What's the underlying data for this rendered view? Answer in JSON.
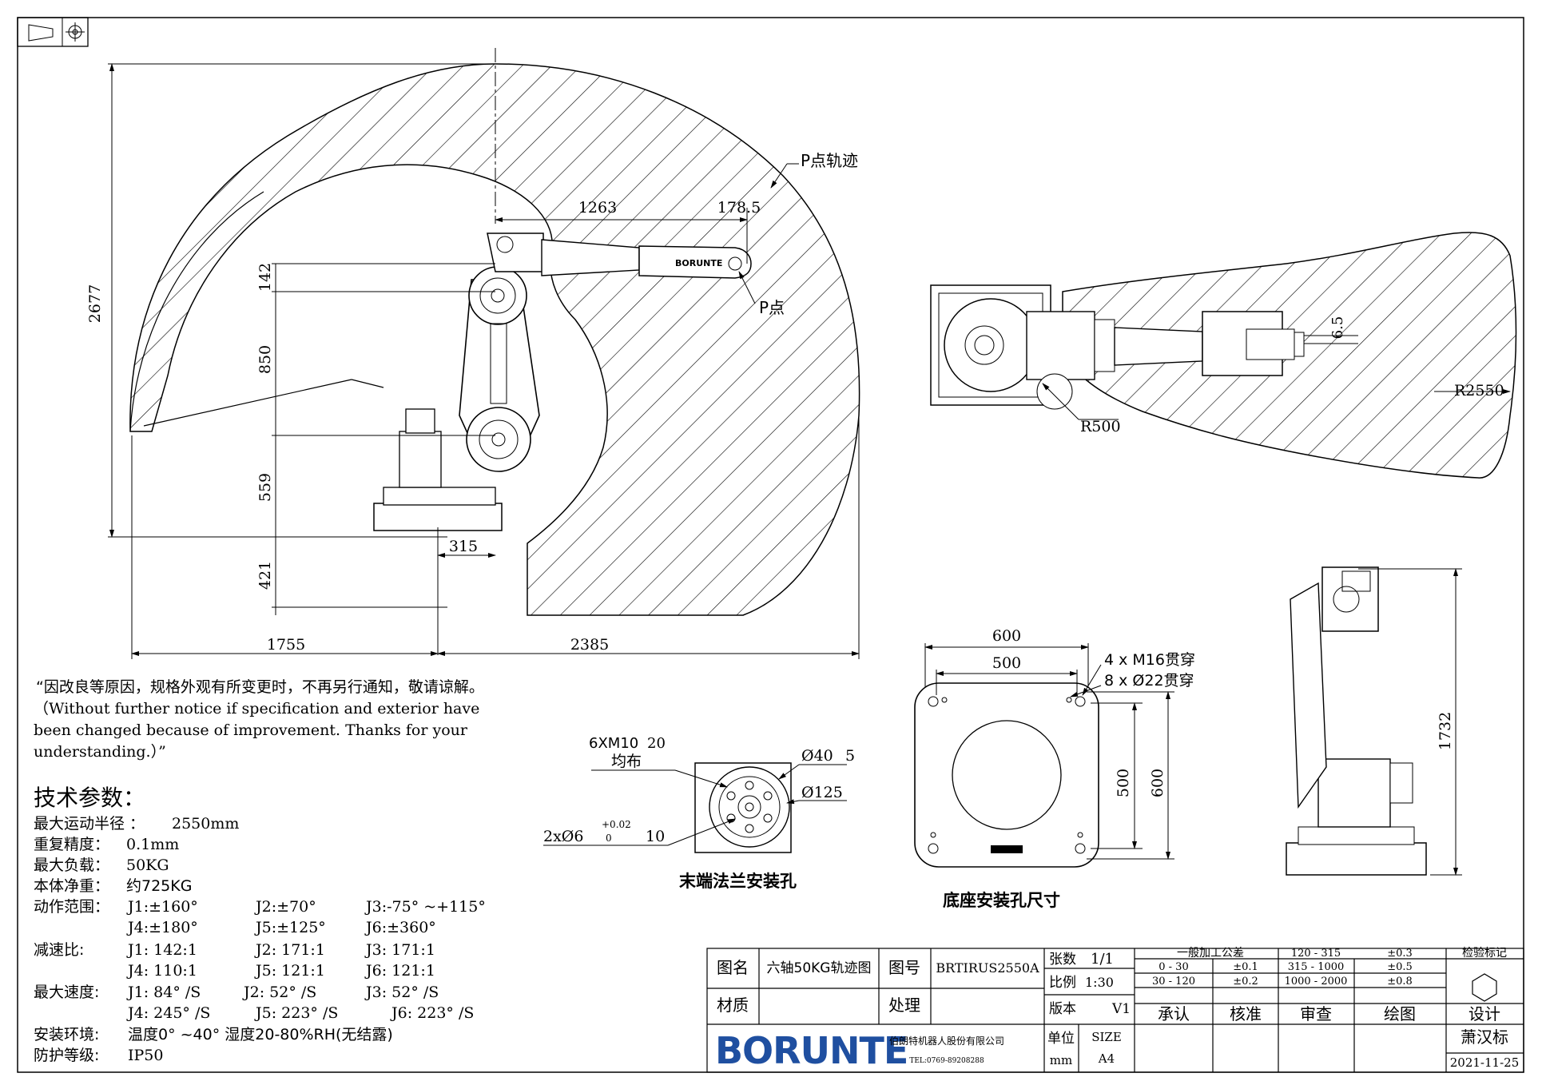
{
  "drawing": {
    "dimensions": {
      "height_total": "2677",
      "reach_1263": "1263",
      "offset_178": "178.5",
      "d142": "142",
      "d850": "850",
      "d559": "559",
      "d421": "421",
      "d315": "315",
      "d1755": "1755",
      "d2385": "2385",
      "r2550": "R2550",
      "r500": "R500",
      "d6_5": "6.5",
      "d1732": "1732"
    },
    "labels": {
      "p_trajectory": "P点轨迹",
      "p_point": "P点",
      "robot_brand_mark": "BORUNTE"
    },
    "flange": {
      "callout_holes": "6XM10",
      "callout_depth": "20",
      "callout_even": "均布",
      "callout_d40": "Ø40",
      "callout_d40_depth": "5",
      "callout_d125": "Ø125",
      "callout_pin": "2xØ6",
      "callout_tol_upper": "+0.02",
      "callout_tol_lower": "0",
      "callout_pin_depth": "10",
      "title": "末端法兰安装孔"
    },
    "base": {
      "d600_top": "600",
      "d500_top": "500",
      "holes_m16": "4 x  M16贯穿",
      "holes_22": "8 x  Ø22贯穿",
      "d500_side": "500",
      "d600_side": "600",
      "title": "底座安装孔尺寸"
    }
  },
  "notice": {
    "line1": "“因改良等原因，规格外观有所变更时，不再另行通知，敬请谅解。",
    "line2": "（Without further notice if specification and exterior have",
    "line3": "been changed because of improvement. Thanks for your",
    "line4": "understanding.）”"
  },
  "specs": {
    "title": "技术参数：",
    "rows": [
      {
        "label": "最大运动半径 ：",
        "value": "2550mm"
      },
      {
        "label": "重复精度：",
        "value": "0.1mm"
      },
      {
        "label": "最大负载：",
        "value": "50KG"
      },
      {
        "label": "本体净重：",
        "value": "约725KG"
      }
    ],
    "range_label": "动作范围：",
    "range": [
      [
        "J1:±160°",
        "J2:±70°",
        "J3:-75° ~+115°"
      ],
      [
        "J4:±180°",
        "J5:±125°",
        "J6:±360°"
      ]
    ],
    "ratio_label": "减速比:",
    "ratio": [
      [
        "J1: 142:1",
        "J2: 171:1",
        "J3: 171:1"
      ],
      [
        "J4: 110:1",
        "J5: 121:1",
        "J6: 121:1"
      ]
    ],
    "speed_label": "最大速度:",
    "speed": [
      [
        "J1: 84° /S",
        "J2: 52° /S",
        "J3: 52° /S"
      ],
      [
        "J4: 245° /S",
        "J5: 223° /S",
        "J6: 223° /S"
      ]
    ],
    "env_label": "安装环境:",
    "env_value": "温度0° ~40°    湿度20-80%RH(无结露)",
    "protect_label": "防护等级:",
    "protect_value": "IP50"
  },
  "title_block": {
    "drawing_name_label": "图名",
    "drawing_name": "六轴50KG轨迹图",
    "drawing_no_label": "图号",
    "drawing_no": "BRTIRUS2550A",
    "sheets_label": "张数",
    "sheets": "1/1",
    "scale_label": "比例",
    "scale": "1:30",
    "version_label": "版本",
    "version": "V1",
    "material_label": "材质",
    "process_label": "处理",
    "unit_label": "单位",
    "unit": "mm",
    "size_label": "SIZE",
    "size": "A4",
    "tolerance_title": "一般加工公差",
    "tolerance": [
      [
        "0 - 30",
        "±0.1",
        "120 - 315",
        "±0.3"
      ],
      [
        "30 - 120",
        "±0.2",
        "315 - 1000",
        "±0.5"
      ],
      [
        "",
        "",
        "1000 - 2000",
        "±0.8"
      ]
    ],
    "inspection_label": "检验标记",
    "roles": [
      "承认",
      "核准",
      "审查",
      "绘图",
      "设计"
    ],
    "designer": "萧汉标",
    "date": "2021-11-25",
    "company": "伯朗特机器人股份有限公司",
    "tel": "TEL:0769-89208288",
    "logo": "BORUNTE",
    "brand_color": "#1f4fa0"
  }
}
